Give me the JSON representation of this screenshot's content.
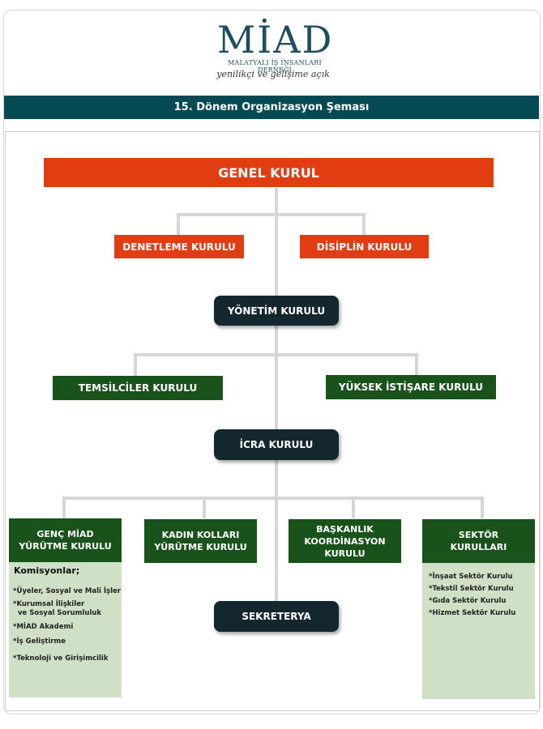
{
  "logo": {
    "wordmark": "MİAD",
    "subtitle": "MALATYALI İŞ İNSANLARI DERNEĞİ",
    "tagline": "yenilikçi ve gelişime açık"
  },
  "banner": {
    "title": "15. Dönem Organizasyon Şeması"
  },
  "colors": {
    "red": "#e03d12",
    "green": "#1a521c",
    "dark": "#14262e",
    "teal": "#064b54",
    "panel": "#cfe0c6"
  },
  "nodes": {
    "genel_kurul": "GENEL KURUL",
    "denetleme": "DENETLEME KURULU",
    "disiplin": "DİSİPLİN KURULU",
    "yonetim": "YÖNETİM KURULU",
    "temsilciler": "TEMSİLCİLER KURULU",
    "yuksek": "YÜKSEK İSTİŞARE KURULU",
    "icra": "İCRA KURULU",
    "genc_1": "GENÇ MİAD",
    "genc_2": "YÜRÜTME KURULU",
    "kadin_1": "KADIN KOLLARI",
    "kadin_2": "YÜRÜTME KURULU",
    "baskanlik_1": "BAŞKANLIK",
    "baskanlik_2": "KOORDİNASYON",
    "baskanlik_3": "KURULU",
    "sektor_1": "SEKTÖR",
    "sektor_2": "KURULLARI",
    "sekreterya": "SEKRETERYA"
  },
  "komisyonlar": {
    "title": "Komisyonlar;",
    "items": [
      "*Üyeler, Sosyal ve Mali İşler",
      "*Kurumsal İlişkiler",
      "ve Sosyal Sorumluluk",
      "*MİAD Akademi",
      "*İş Geliştirme",
      "*Teknoloji ve Girişimcilik"
    ]
  },
  "sektor_kurullari": {
    "items": [
      "*İnşaat Sektör Kurulu",
      "*Tekstil Sektör Kurulu",
      "*Gıda Sektör Kurulu",
      "*Hizmet Sektör Kurulu"
    ]
  }
}
